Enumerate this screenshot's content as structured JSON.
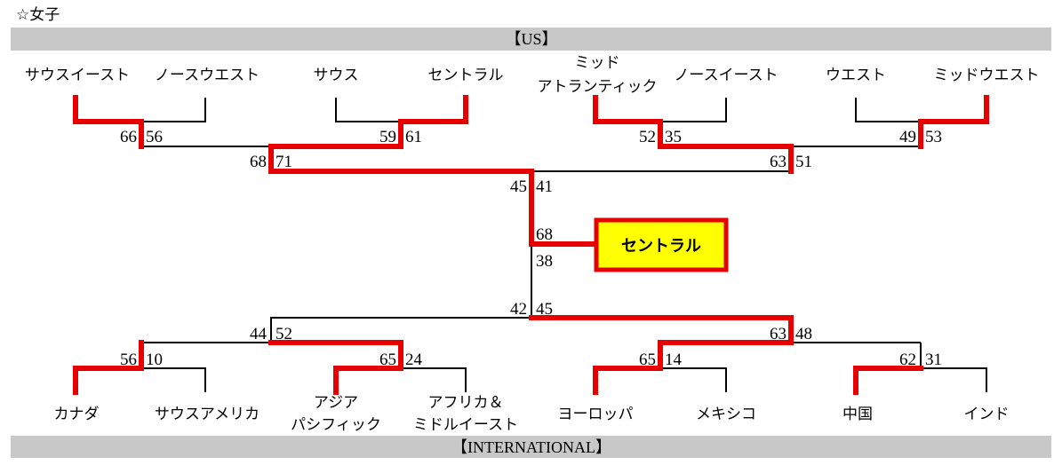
{
  "title": "☆女子",
  "sections": {
    "us": "【US】",
    "international": "【INTERNATIONAL】"
  },
  "us_teams": [
    "サウスイースト",
    "ノースウエスト",
    "サウス",
    "セントラル",
    [
      "ミッド",
      "アトランティック"
    ],
    "ノースイースト",
    "ウエスト",
    "ミッドウエスト"
  ],
  "intl_teams": [
    "カナダ",
    "サウスアメリカ",
    [
      "アジア",
      "パシフィック"
    ],
    [
      "アフリカ＆",
      "ミドルイースト"
    ],
    "ヨーロッパ",
    "メキシコ",
    "中国",
    "インド"
  ],
  "scores": {
    "us_r1": [
      [
        "66",
        "56"
      ],
      [
        "59",
        "61"
      ],
      [
        "52",
        "35"
      ],
      [
        "49",
        "53"
      ]
    ],
    "us_r2": [
      [
        "68",
        "71"
      ],
      [
        "63",
        "51"
      ]
    ],
    "us_final": [
      "45",
      "41"
    ],
    "final": [
      "68",
      "38"
    ],
    "intl_final": [
      "42",
      "45"
    ],
    "intl_r2": [
      [
        "44",
        "52"
      ],
      [
        "63",
        "48"
      ]
    ],
    "intl_r1": [
      [
        "56",
        "10"
      ],
      [
        "65",
        "24"
      ],
      [
        "65",
        "14"
      ],
      [
        "62",
        "31"
      ]
    ]
  },
  "champion": "セントラル",
  "colors": {
    "win_line": "#e60000",
    "champion_fill": "#ffff00",
    "band": "#c8c8c8"
  }
}
